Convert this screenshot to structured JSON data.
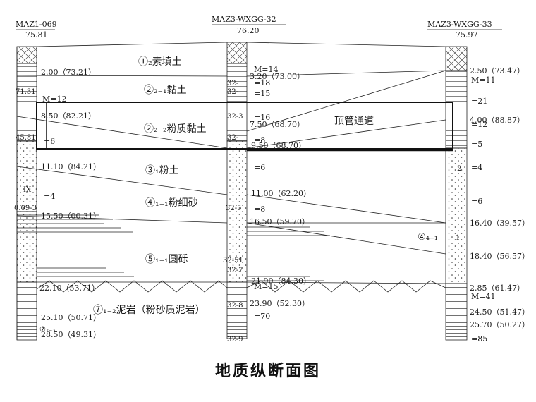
{
  "title": "地质纵断面图",
  "boreholes": [
    {
      "name": "MAZ1-069",
      "elevation": "75.81"
    },
    {
      "name": "MAZ3-WXGG-32",
      "elevation": "76.20"
    },
    {
      "name": "MAZ3-WXGG-33",
      "elevation": "75.97"
    }
  ],
  "layers": [
    {
      "label": "①₂素填土"
    },
    {
      "label": "②₂₋₁黏土"
    },
    {
      "label": "②₂₋₂粉质黏土"
    },
    {
      "label": "③₁粉土"
    },
    {
      "label": "④₁₋₁粉细砂"
    },
    {
      "label": "⑤₁₋₁圆砾"
    },
    {
      "label": "⑦₁₋₂泥岩（粉砂质泥岩）"
    },
    {
      "label": "④₄₋₁"
    },
    {
      "label": "⑦₂₋₃"
    }
  ],
  "tunnel_label": "顶管通道",
  "left_labels": [
    "2.00（73.21）",
    "8.50（82.21）",
    "11.10（84.21）",
    "15.50（00.31）",
    "22.10（53.71）",
    "25.10（50.71）",
    "28.50（49.31）"
  ],
  "left_samples": [
    "71.31",
    "45.81",
    "0.09-3"
  ],
  "left_nvalues": [
    "M=12",
    "=6",
    "=4"
  ],
  "mid_labels": [
    "3.20（73.00）",
    "7.50（68.70）",
    "9.50（68.70）",
    "11.00（62.20）",
    "16.50（59.70）",
    "21.90（84.30）",
    "23.90（52.30）"
  ],
  "mid_nvalues": [
    "M=14",
    "=18",
    "=15",
    "=16",
    "=8",
    "=6",
    "=8",
    "M=15",
    "=70"
  ],
  "mid_samples": [
    "32-",
    "32-",
    "32-3",
    "32-",
    "32-5",
    "32-51",
    "32-7",
    "32-8",
    "32-9"
  ],
  "right_labels": [
    "2.50（73.47）",
    "4.00（88.87）",
    "16.40（39.57）",
    "18.40（56.57）",
    "2.85（61.47）",
    "24.50（51.47）",
    "25.70（50.27）"
  ],
  "right_nvalues": [
    "M=11",
    "=21",
    "=12",
    "=5",
    "=4",
    "=6",
    "M=41",
    "=85"
  ],
  "right_samples": [
    "2",
    "1"
  ],
  "extra_mark": "IX"
}
